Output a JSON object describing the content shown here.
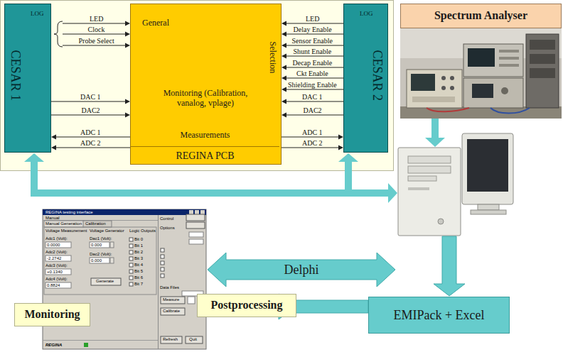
{
  "diagram": {
    "nodes": [
      {
        "text": [
          "LOG",
          "CESAR 1"
        ]
      },
      {
        "text": [
          "General",
          "Selection",
          "Monitoring (Calibration, vanalog, vplage)",
          "Measurements",
          "REGINA PCB"
        ]
      },
      {
        "text": [
          "LOG",
          "CESAR 2"
        ]
      },
      {
        "text": [
          "Spectrum Analyser"
        ]
      },
      {
        "text": [
          "Monitoring"
        ]
      },
      {
        "text": [
          "Postprocessing"
        ]
      },
      {
        "text": [
          "EMIPack + Excel"
        ]
      }
    ],
    "edges": [
      {
        "from": 0,
        "to": 1,
        "label": "LED",
        "arrow": "to"
      },
      {
        "from": 0,
        "to": 1,
        "label": "Clock",
        "arrow": "to"
      },
      {
        "from": 0,
        "to": 1,
        "label": "Probe Select",
        "arrow": "to"
      },
      {
        "from": 0,
        "to": 1,
        "label": "DAC 1",
        "arrow": "to"
      },
      {
        "from": 0,
        "to": 1,
        "label": "DAC2",
        "arrow": "to"
      },
      {
        "from": 1,
        "to": 0,
        "label": "ADC 1",
        "arrow": "to"
      },
      {
        "from": 1,
        "to": 0,
        "label": "ADC 2",
        "arrow": "to"
      },
      {
        "from": 2,
        "to": 1,
        "label": "LED",
        "arrow": "to"
      },
      {
        "from": 2,
        "to": 1,
        "label": "Delay Enable",
        "arrow": "to"
      },
      {
        "from": 2,
        "to": 1,
        "label": "Sensor Enable",
        "arrow": "to"
      },
      {
        "from": 2,
        "to": 1,
        "label": "Shunt Enable",
        "arrow": "to"
      },
      {
        "from": 2,
        "to": 1,
        "label": "Decap Enable",
        "arrow": "to"
      },
      {
        "from": 2,
        "to": 1,
        "label": "Ckt Enable",
        "arrow": "to"
      },
      {
        "from": 2,
        "to": 1,
        "label": "Shielding Enable",
        "arrow": "to"
      },
      {
        "from": 2,
        "to": 1,
        "label": "DAC 1",
        "arrow": "to"
      },
      {
        "from": 2,
        "to": 1,
        "label": "DAC2",
        "arrow": "to"
      },
      {
        "from": 1,
        "to": 2,
        "label": "ADC 1",
        "arrow": "to"
      },
      {
        "from": 1,
        "to": 2,
        "label": "ADC 2",
        "arrow": "to"
      },
      {
        "from": 6,
        "to": 5,
        "arrow": "to"
      }
    ],
    "labels": [
      "Delphi",
      "REGINA testing interface",
      "Manual",
      "Manual Generation",
      "Calibration",
      "Voltage Measurement",
      "Adc1 (Volt):",
      "0.0000",
      "Adc2 (Volt):",
      "-2.2742",
      "Adc3 (Volt):",
      "+0.1340",
      "Adc4 (Volt):",
      "0.8824",
      "Voltage Generator",
      "Dac1 (Volt):",
      "0.000",
      "Dac2 (Volt):",
      "0.000",
      "Generate",
      "Logic Outputs",
      "Bit 0",
      "Bit 1",
      "Bit 2",
      "Bit 3",
      "Bit 4",
      "Bit 5",
      "Bit 6",
      "Bit 7",
      "Control",
      "Options",
      "Data Files",
      "Measure",
      "Calibrate",
      "Refresh",
      "Quit",
      "REGINA"
    ]
  }
}
